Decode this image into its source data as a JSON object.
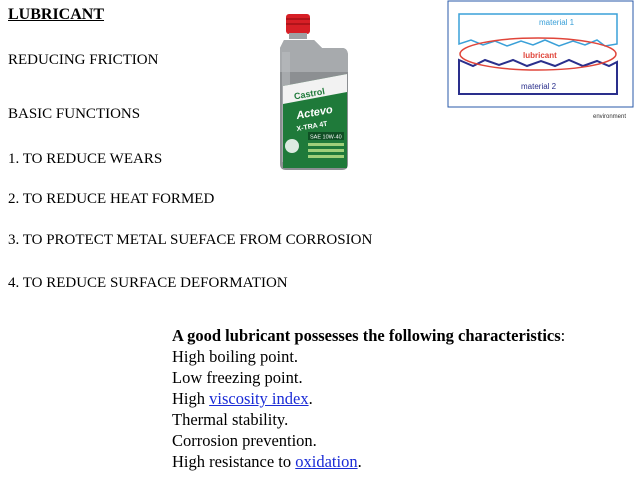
{
  "title": "LUBRICANT",
  "lines": [
    "REDUCING FRICTION",
    "BASIC FUNCTIONS",
    "1. TO REDUCE WEARS",
    "2. TO REDUCE HEAT FORMED",
    "3. TO PROTECT METAL SUEFACE FROM CORROSION",
    "4. TO REDUCE SURFACE DEFORMATION"
  ],
  "bottle": {
    "brand": "Castrol",
    "product": "Actevo",
    "variant": "X-TRA 4T",
    "grade": "SAE 10W-40",
    "colors": {
      "cap": "#d71f26",
      "body": "#8c8f92",
      "label": "#1f7a3a"
    }
  },
  "diagram": {
    "top_label": "material 1",
    "middle_label": "lubricant",
    "bottom_label": "material 2",
    "caption": "environment",
    "colors": {
      "material1": "#3aa0d8",
      "lubricant": "#e0453a",
      "material2": "#2a2f8c",
      "frame": "#2a5aa8"
    }
  },
  "characteristics": {
    "heading": "A good lubricant possesses the following characteristics",
    "heading_suffix": ":",
    "items": [
      {
        "text": "High boiling point."
      },
      {
        "text": "Low freezing point."
      },
      {
        "prefix": "High ",
        "link": "viscosity index",
        "suffix": "."
      },
      {
        "text": "Thermal stability."
      },
      {
        "text": "Corrosion prevention."
      },
      {
        "prefix": "High resistance to ",
        "link": "oxidation",
        "suffix": "."
      }
    ]
  }
}
